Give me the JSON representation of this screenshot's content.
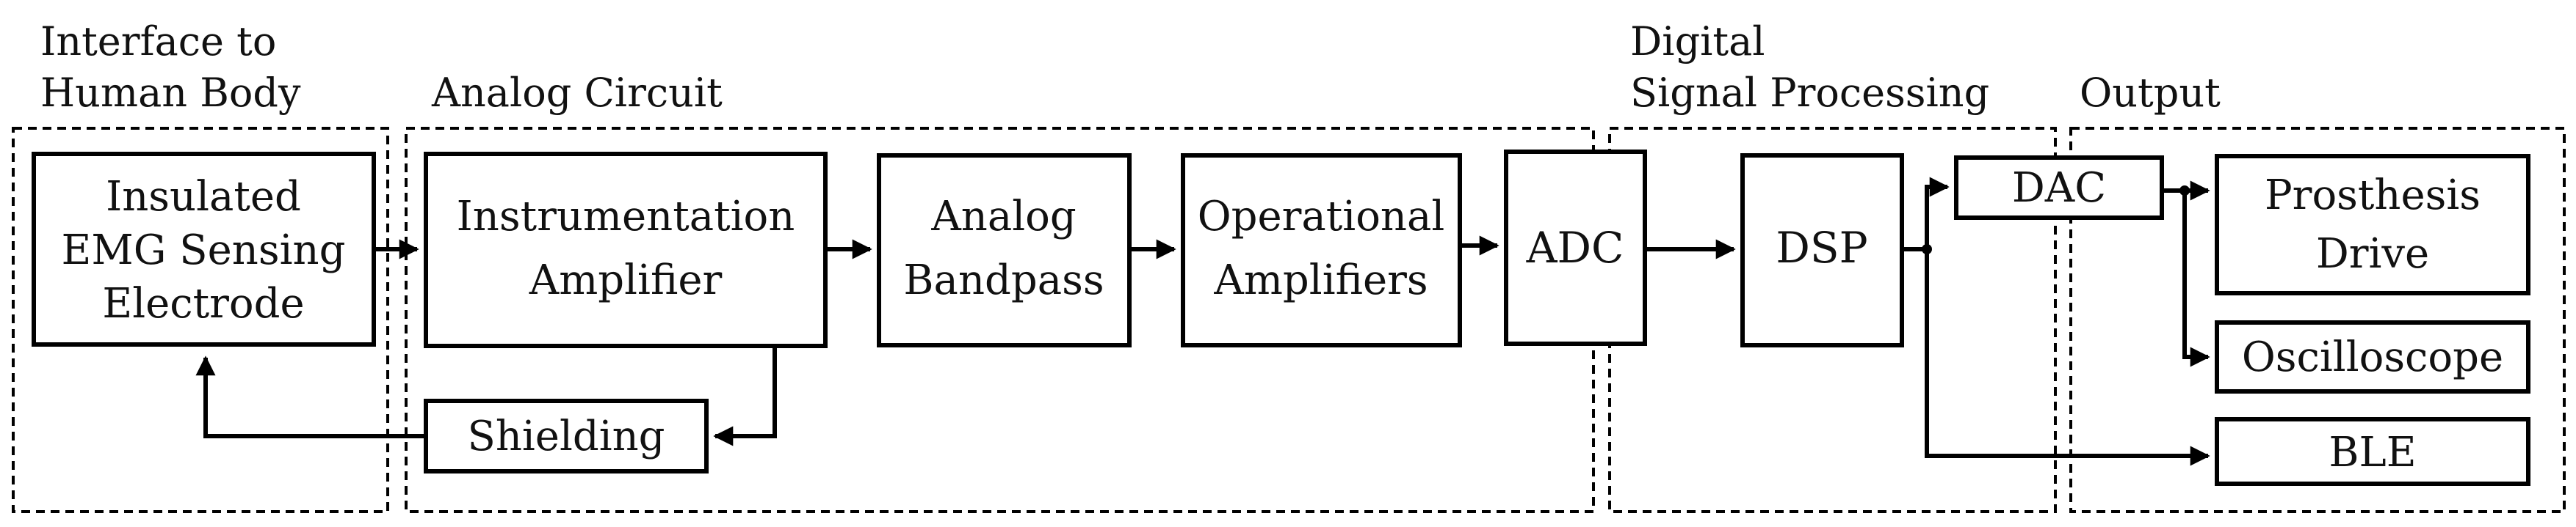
{
  "groups": {
    "human": {
      "title_line1": "Interface to",
      "title_line2": "Human Body"
    },
    "analog": {
      "title_line1": "Analog Circuit"
    },
    "dsp": {
      "title_line1": "Digital",
      "title_line2": "Signal Processing"
    },
    "output": {
      "title_line1": "Output"
    }
  },
  "blocks": {
    "electrode": {
      "line1": "Insulated",
      "line2": "EMG Sensing",
      "line3": "Electrode"
    },
    "instr_amp": {
      "line1": "Instrumentation",
      "line2": "Amplifier"
    },
    "shielding": {
      "line1": "Shielding"
    },
    "bandpass": {
      "line1": "Analog",
      "line2": "Bandpass"
    },
    "opamps": {
      "line1": "Operational",
      "line2": "Amplifiers"
    },
    "adc": {
      "line1": "ADC"
    },
    "dsp": {
      "line1": "DSP"
    },
    "dac": {
      "line1": "DAC"
    },
    "prosthesis": {
      "line1": "Prosthesis",
      "line2": "Drive"
    },
    "oscilloscope": {
      "line1": "Oscilloscope"
    },
    "ble": {
      "line1": "BLE"
    }
  }
}
